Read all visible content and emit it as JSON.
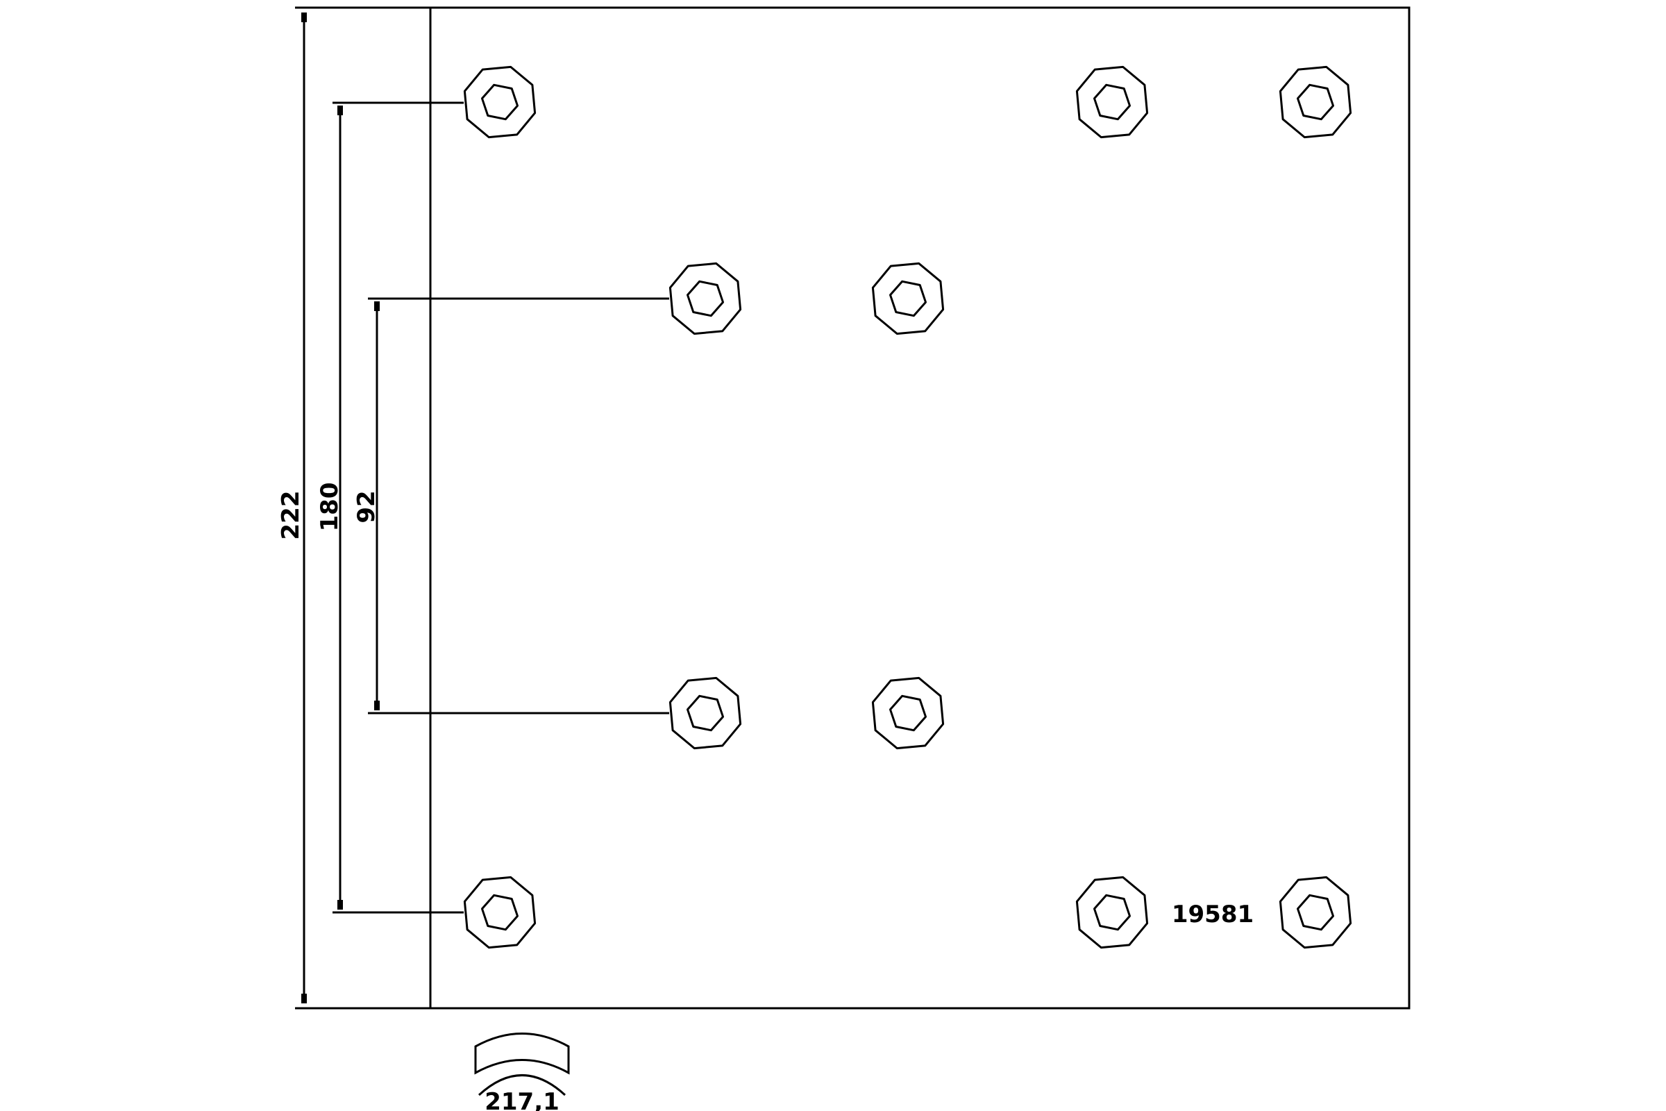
{
  "drawing": {
    "part_number": "19581",
    "dimensions": {
      "overall_height": "222",
      "outer_rivet_spacing": "180",
      "inner_rivet_spacing": "92",
      "radius": "217,1"
    }
  }
}
